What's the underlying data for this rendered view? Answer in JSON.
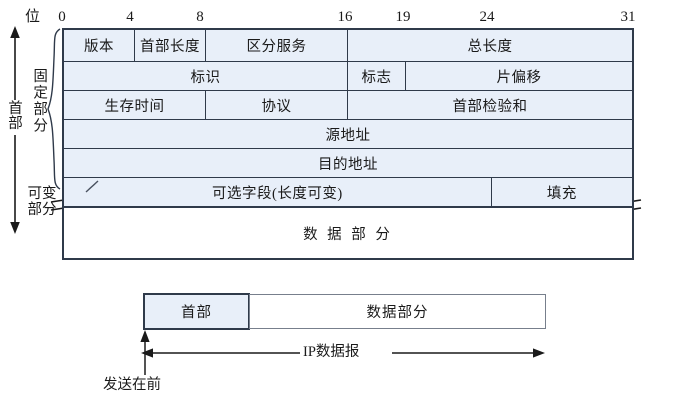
{
  "figure": {
    "bit_axis_label": "位",
    "bit_ticks": [
      "0",
      "4",
      "8",
      "16",
      "19",
      "24",
      "31"
    ],
    "side_labels": {
      "header": "首部",
      "fixed_part": "固定部分",
      "variable_part_line1": "可变",
      "variable_part_line2": "部分"
    },
    "header_rows": [
      {
        "name": "row-version",
        "cells": [
          {
            "label": "版本",
            "bits": "0-4"
          },
          {
            "label": "首部长度",
            "bits": "4-8"
          },
          {
            "label": "区分服务",
            "bits": "8-16"
          },
          {
            "label": "总长度",
            "bits": "16-31"
          }
        ]
      },
      {
        "name": "row-identification",
        "cells": [
          {
            "label": "标识",
            "bits": "0-16"
          },
          {
            "label": "标志",
            "bits": "16-19"
          },
          {
            "label": "片偏移",
            "bits": "19-31"
          }
        ]
      },
      {
        "name": "row-ttl",
        "cells": [
          {
            "label": "生存时间",
            "bits": "0-8"
          },
          {
            "label": "协议",
            "bits": "8-16"
          },
          {
            "label": "首部检验和",
            "bits": "16-31"
          }
        ]
      },
      {
        "name": "row-source-address",
        "cells": [
          {
            "label": "源地址",
            "bits": "0-31"
          }
        ]
      },
      {
        "name": "row-destination-address",
        "cells": [
          {
            "label": "目的地址",
            "bits": "0-31"
          }
        ]
      },
      {
        "name": "row-options",
        "cells": [
          {
            "label": "可选字段(长度可变)",
            "bits": "0-24"
          },
          {
            "label": "填充",
            "bits": "24-31"
          }
        ]
      },
      {
        "name": "row-payload",
        "cells": [
          {
            "label": "数  据  部  分",
            "bits": "0-31"
          }
        ]
      }
    ],
    "datagram": {
      "header_box_label": "首部",
      "data_box_label": "数据部分",
      "span_label": "IP数据报",
      "first_sent_label": "发送在前"
    },
    "colors": {
      "field_fill": "#e8eff9",
      "border": "#2f3a4a",
      "payload_fill": "#ffffff",
      "light_border": "#777f8c",
      "text": "#1a1a1a"
    }
  }
}
